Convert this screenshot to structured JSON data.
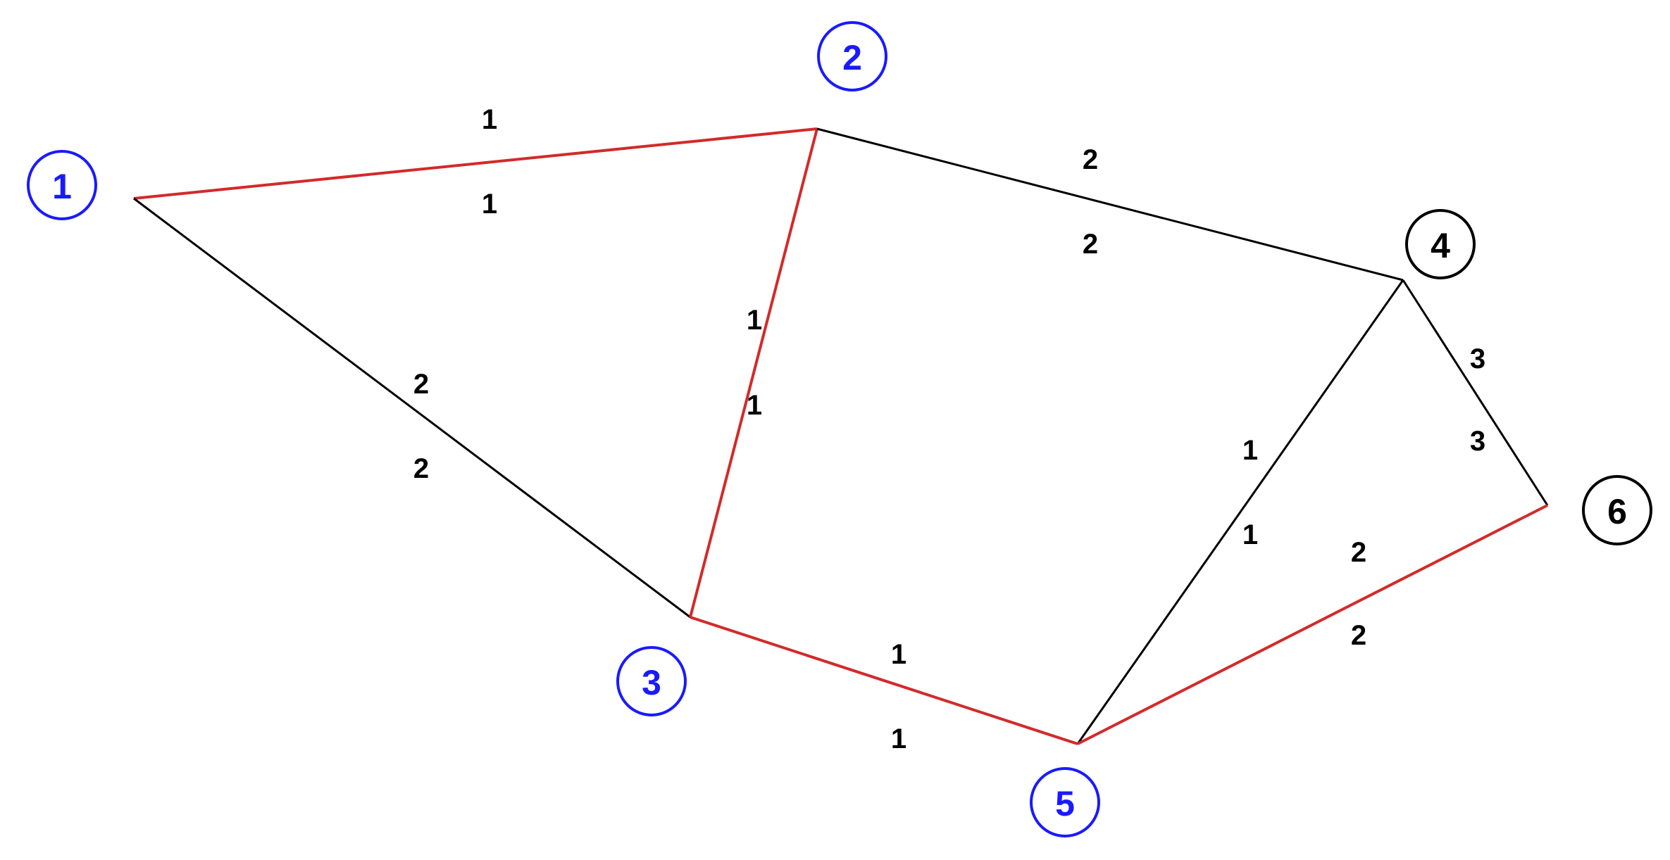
{
  "colors": {
    "selected_edge": "#d32a2a",
    "unselected_edge": "#000000",
    "visited_node": "#1a1aff",
    "unvisited_node": "#000000"
  },
  "nodes": [
    {
      "id": "1",
      "label": "1",
      "visited": true
    },
    {
      "id": "2",
      "label": "2",
      "visited": true
    },
    {
      "id": "3",
      "label": "3",
      "visited": true
    },
    {
      "id": "4",
      "label": "4",
      "visited": false
    },
    {
      "id": "5",
      "label": "5",
      "visited": true
    },
    {
      "id": "6",
      "label": "6",
      "visited": false
    }
  ],
  "edges": [
    {
      "from": "1",
      "to": "2",
      "labels": [
        "1",
        "1"
      ],
      "selected": true
    },
    {
      "from": "1",
      "to": "3",
      "labels": [
        "2",
        "2"
      ],
      "selected": false
    },
    {
      "from": "2",
      "to": "3",
      "labels": [
        "1",
        "1"
      ],
      "selected": true
    },
    {
      "from": "2",
      "to": "4",
      "labels": [
        "2",
        "2"
      ],
      "selected": false
    },
    {
      "from": "3",
      "to": "5",
      "labels": [
        "1",
        "1"
      ],
      "selected": true
    },
    {
      "from": "4",
      "to": "5",
      "labels": [
        "1",
        "1"
      ],
      "selected": false
    },
    {
      "from": "4",
      "to": "6",
      "labels": [
        "3",
        "3"
      ],
      "selected": false
    },
    {
      "from": "5",
      "to": "6",
      "labels": [
        "2",
        "2"
      ],
      "selected": true
    }
  ]
}
